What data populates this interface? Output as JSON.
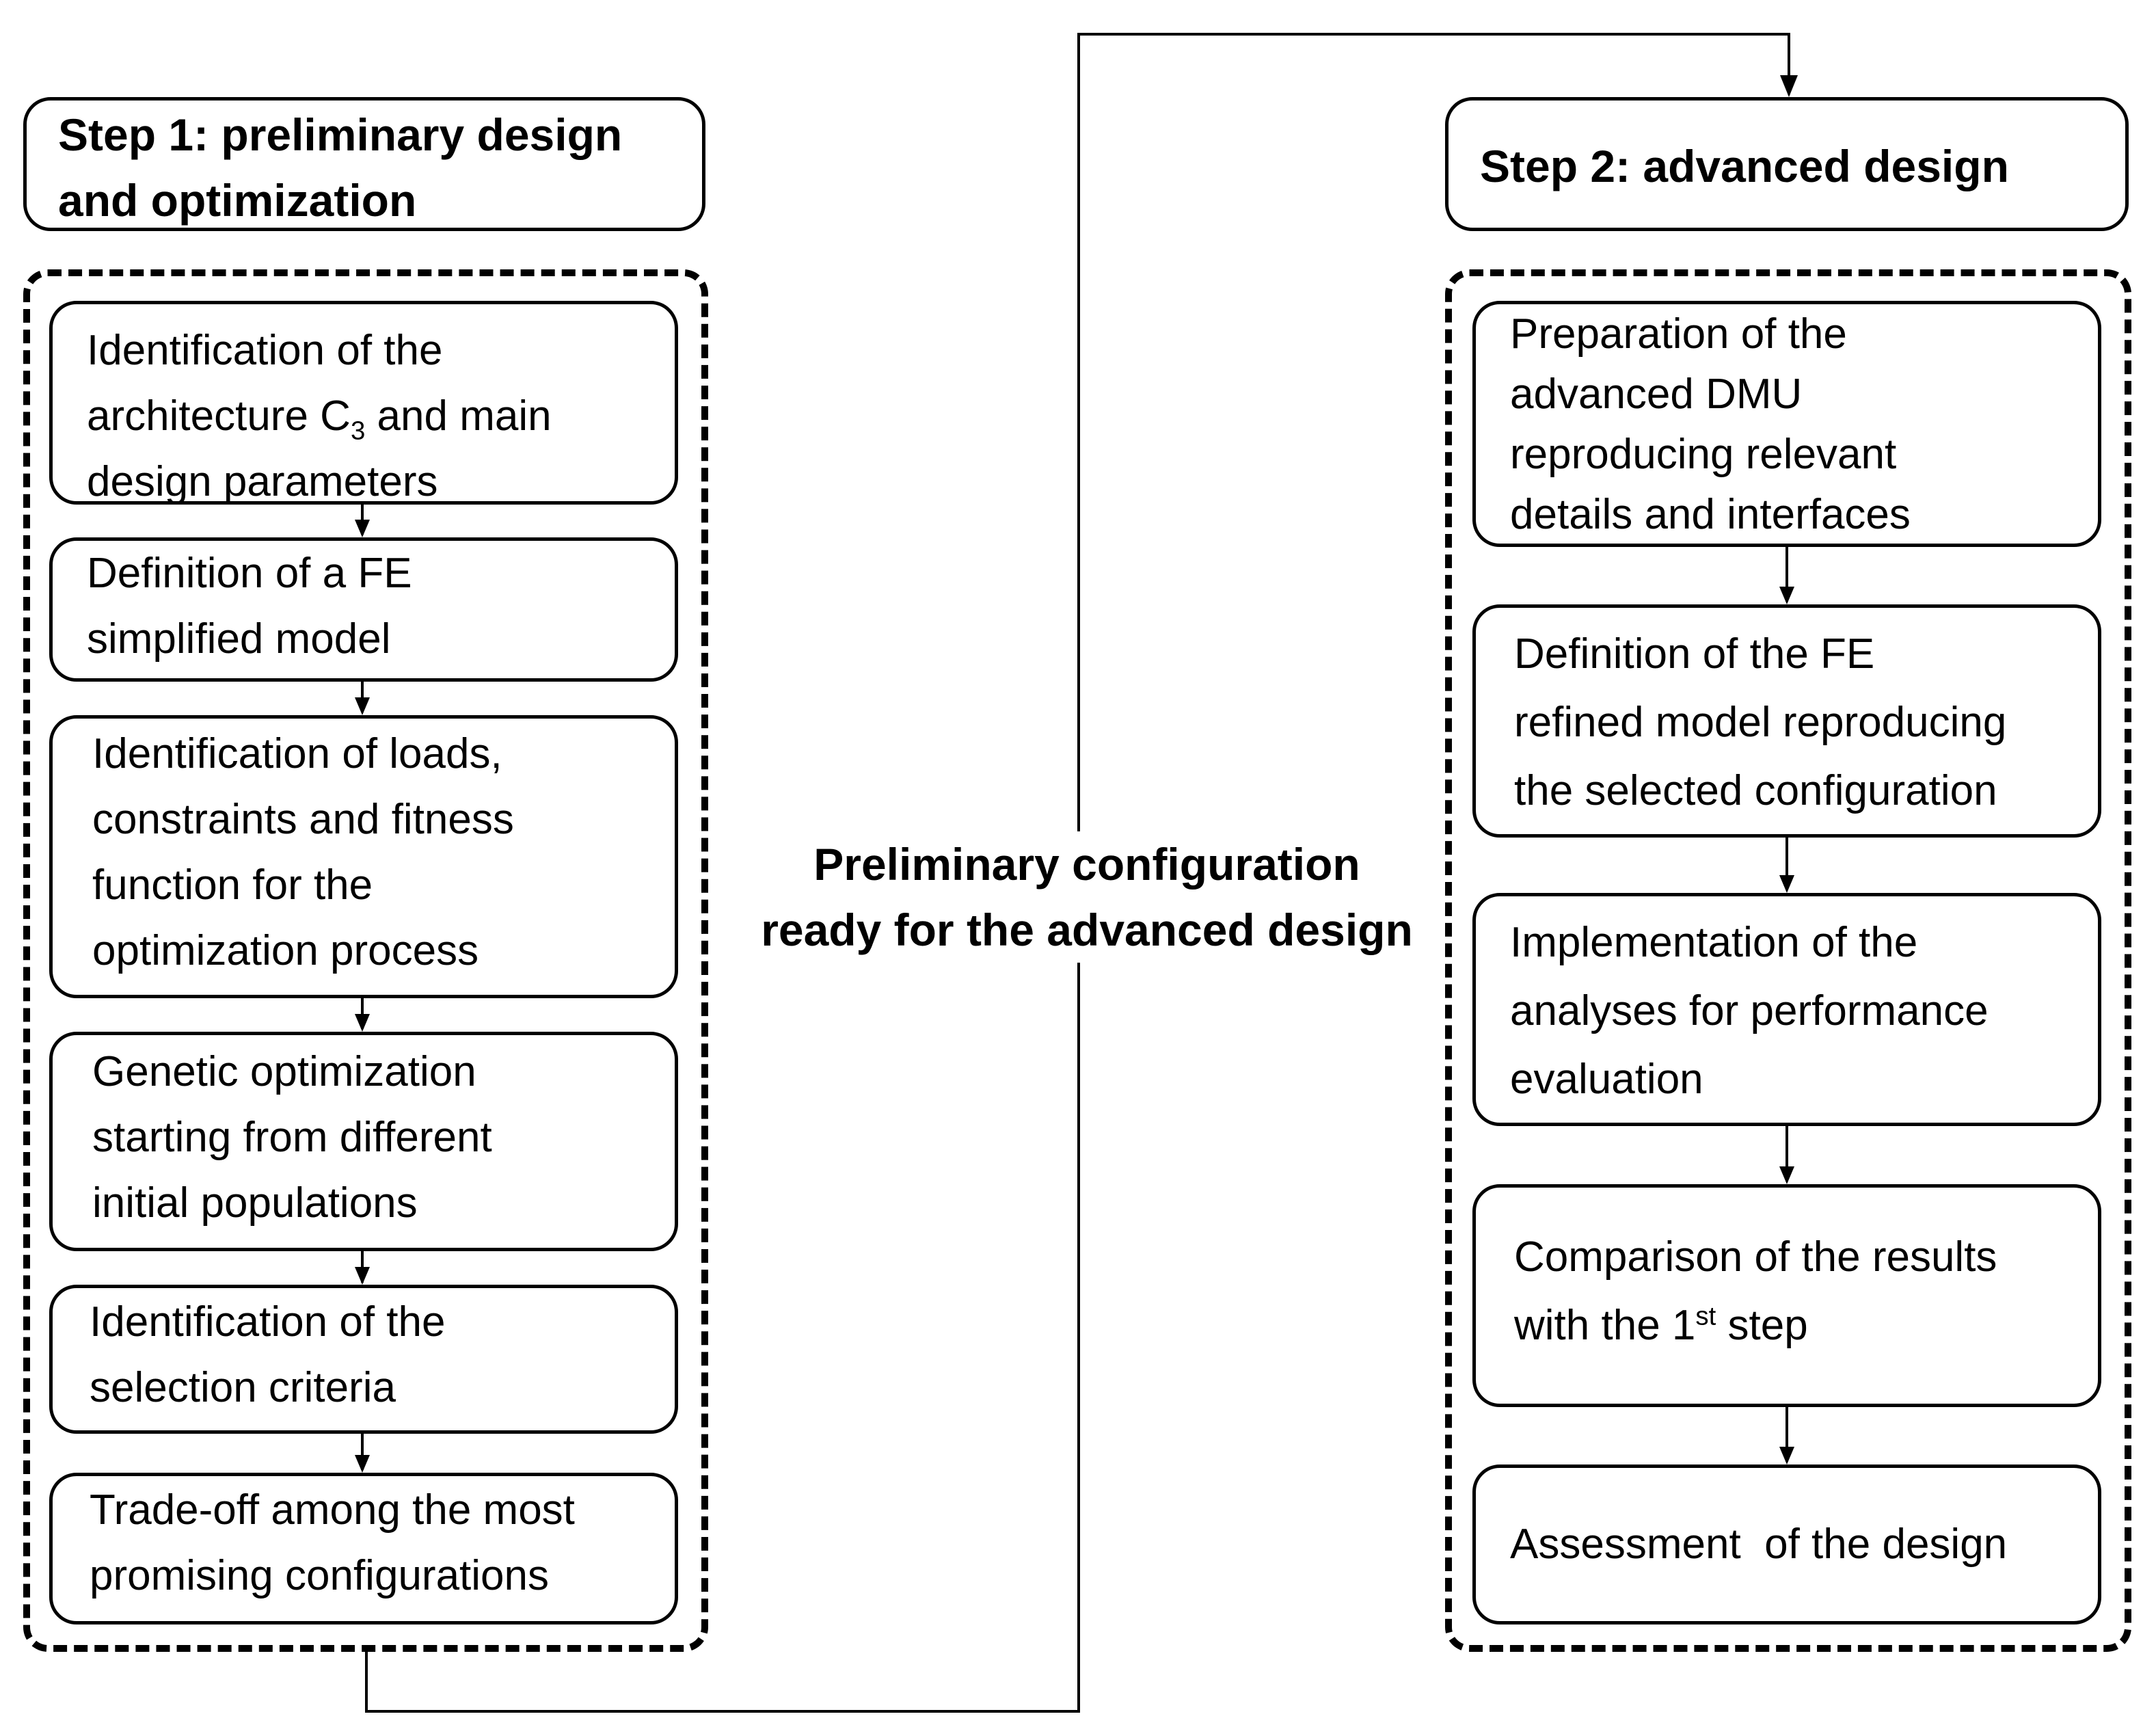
{
  "step1": {
    "title_line1": "Step 1: preliminary design",
    "title_line2": "and optimization",
    "boxes": [
      {
        "lines": [
          "Identification of the",
          "architecture C",
          "design parameters"
        ],
        "subscript": "3",
        "line2_suffix": " and main"
      },
      {
        "lines": [
          "Definition of a FE",
          "simplified model"
        ]
      },
      {
        "lines": [
          "Identification of loads,",
          "constraints and fitness",
          "function for the",
          "optimization process"
        ]
      },
      {
        "lines": [
          "Genetic optimization",
          "starting from different",
          "initial populations"
        ]
      },
      {
        "lines": [
          "Identification of the",
          "selection criteria"
        ]
      },
      {
        "lines": [
          "Trade-off among the most",
          "promising configurations"
        ]
      }
    ]
  },
  "step2": {
    "title": "Step 2: advanced design",
    "boxes": [
      {
        "lines": [
          "Preparation of the",
          "advanced DMU",
          "reproducing relevant",
          "details and interfaces"
        ]
      },
      {
        "lines": [
          "Definition of the FE",
          "refined model reproducing",
          "the selected configuration"
        ]
      },
      {
        "lines": [
          "Implementation of the",
          "analyses for performance",
          "evaluation"
        ]
      },
      {
        "lines": [
          "Comparison of the results",
          "with the 1",
          " step"
        ],
        "superscript": "st"
      },
      {
        "lines": [
          "Assessment  of the design"
        ]
      }
    ]
  },
  "connector": {
    "label_line1": "Preliminary configuration",
    "label_line2": "ready for the advanced design"
  }
}
